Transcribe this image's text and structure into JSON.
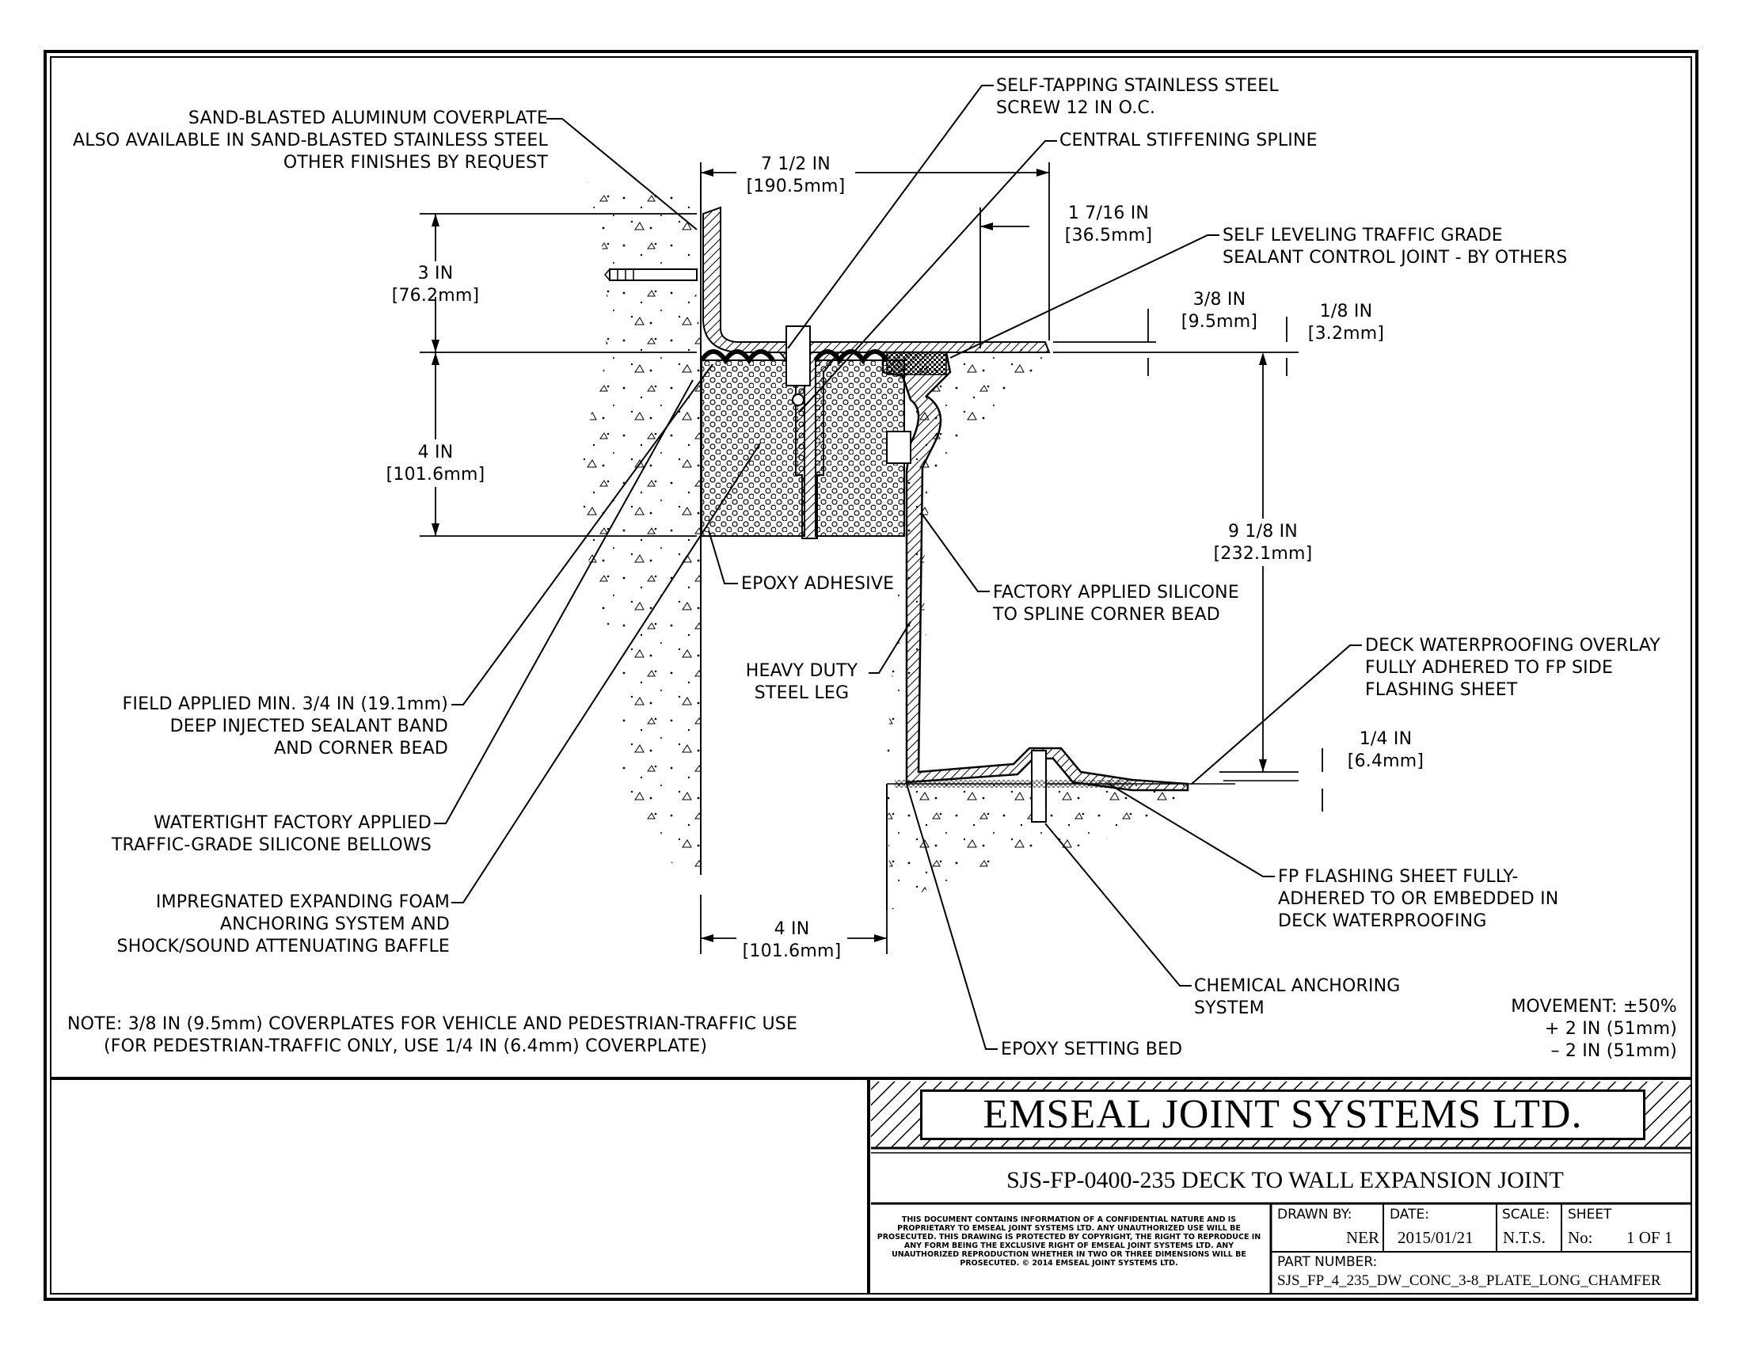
{
  "callouts": {
    "coverplate": [
      "SAND-BLASTED ALUMINUM COVERPLATE",
      "ALSO AVAILABLE IN SAND-BLASTED STAINLESS STEEL",
      "OTHER FINISHES BY REQUEST"
    ],
    "screw": [
      "SELF-TAPPING STAINLESS STEEL",
      "SCREW 12 IN O.C."
    ],
    "spline": [
      "CENTRAL STIFFENING SPLINE"
    ],
    "sealant_joint": [
      "SELF LEVELING TRAFFIC GRADE",
      "SEALANT CONTROL JOINT - BY OTHERS"
    ],
    "epoxy_adhesive": [
      "EPOXY ADHESIVE"
    ],
    "silicone_bead": [
      "FACTORY APPLIED SILICONE",
      "TO SPLINE CORNER BEAD"
    ],
    "steel_leg": [
      "HEAVY DUTY",
      "STEEL LEG"
    ],
    "deck_overlay": [
      "DECK WATERPROOFING OVERLAY",
      "FULLY ADHERED TO FP SIDE",
      "FLASHING SHEET"
    ],
    "field_sealant": [
      "FIELD APPLIED MIN. 3/4 IN (19.1mm)",
      "DEEP INJECTED SEALANT BAND",
      "AND CORNER BEAD"
    ],
    "bellows": [
      "WATERTIGHT FACTORY APPLIED",
      "TRAFFIC-GRADE SILICONE BELLOWS"
    ],
    "foam": [
      "IMPREGNATED EXPANDING FOAM",
      "ANCHORING SYSTEM AND",
      "SHOCK/SOUND ATTENUATING BAFFLE"
    ],
    "fp_sheet": [
      "FP FLASHING SHEET FULLY-",
      "ADHERED TO OR EMBEDDED IN",
      "DECK WATERPROOFING"
    ],
    "chem_anchor": [
      "CHEMICAL ANCHORING",
      "SYSTEM"
    ],
    "epoxy_bed": [
      "EPOXY SETTING BED"
    ]
  },
  "dimensions": {
    "width_top": [
      "7 1/2 IN",
      "[190.5mm]"
    ],
    "flange": [
      "1 7/16 IN",
      "[36.5mm]"
    ],
    "height_3": [
      "3 IN",
      "[76.2mm]"
    ],
    "height_4": [
      "4 IN",
      "[101.6mm]"
    ],
    "plate_38": [
      "3/8 IN",
      "[9.5mm]"
    ],
    "plate_18": [
      "1/8 IN",
      "[3.2mm]"
    ],
    "height_918": [
      "9 1/8 IN",
      "[232.1mm]"
    ],
    "overlay_14": [
      "1/4 IN",
      "[6.4mm]"
    ],
    "width_bottom": [
      "4 IN",
      "[101.6mm]"
    ]
  },
  "note": [
    "NOTE: 3/8 IN (9.5mm) COVERPLATES FOR VEHICLE AND PEDESTRIAN-TRAFFIC USE",
    "(FOR PEDESTRIAN-TRAFFIC ONLY, USE 1/4 IN (6.4mm) COVERPLATE)"
  ],
  "movement": [
    "MOVEMENT: ±50%",
    "+ 2 IN (51mm)",
    "– 2 IN (51mm)"
  ],
  "title_block": {
    "company": "EMSEAL JOINT SYSTEMS LTD.",
    "drawing_title": "SJS-FP-0400-235 DECK TO WALL EXPANSION JOINT",
    "legal": "THIS DOCUMENT CONTAINS INFORMATION OF A CONFIDENTIAL NATURE AND IS PROPRIETARY TO EMSEAL JOINT SYSTEMS LTD. ANY UNAUTHORIZED USE WILL BE PROSECUTED. THIS DRAWING IS PROTECTED BY COPYRIGHT, THE RIGHT TO REPRODUCE IN ANY FORM BEING THE EXCLUSIVE RIGHT OF EMSEAL JOINT SYSTEMS LTD. ANY UNAUTHORIZED REPRODUCTION WHETHER IN TWO OR THREE DIMENSIONS WILL BE PROSECUTED. © 2014 EMSEAL JOINT SYSTEMS LTD.",
    "drawn_by_label": "DRAWN BY:",
    "drawn_by": "NER",
    "date_label": "DATE:",
    "date": "2015/01/21",
    "scale_label": "SCALE:",
    "scale": "N.T.S.",
    "sheet_label": "SHEET",
    "sheet_no_label": "No:",
    "sheet_no": "1 OF 1",
    "part_label": "PART NUMBER:",
    "part_number": "SJS_FP_4_235_DW_CONC_3-8_PLATE_LONG_CHAMFER"
  }
}
